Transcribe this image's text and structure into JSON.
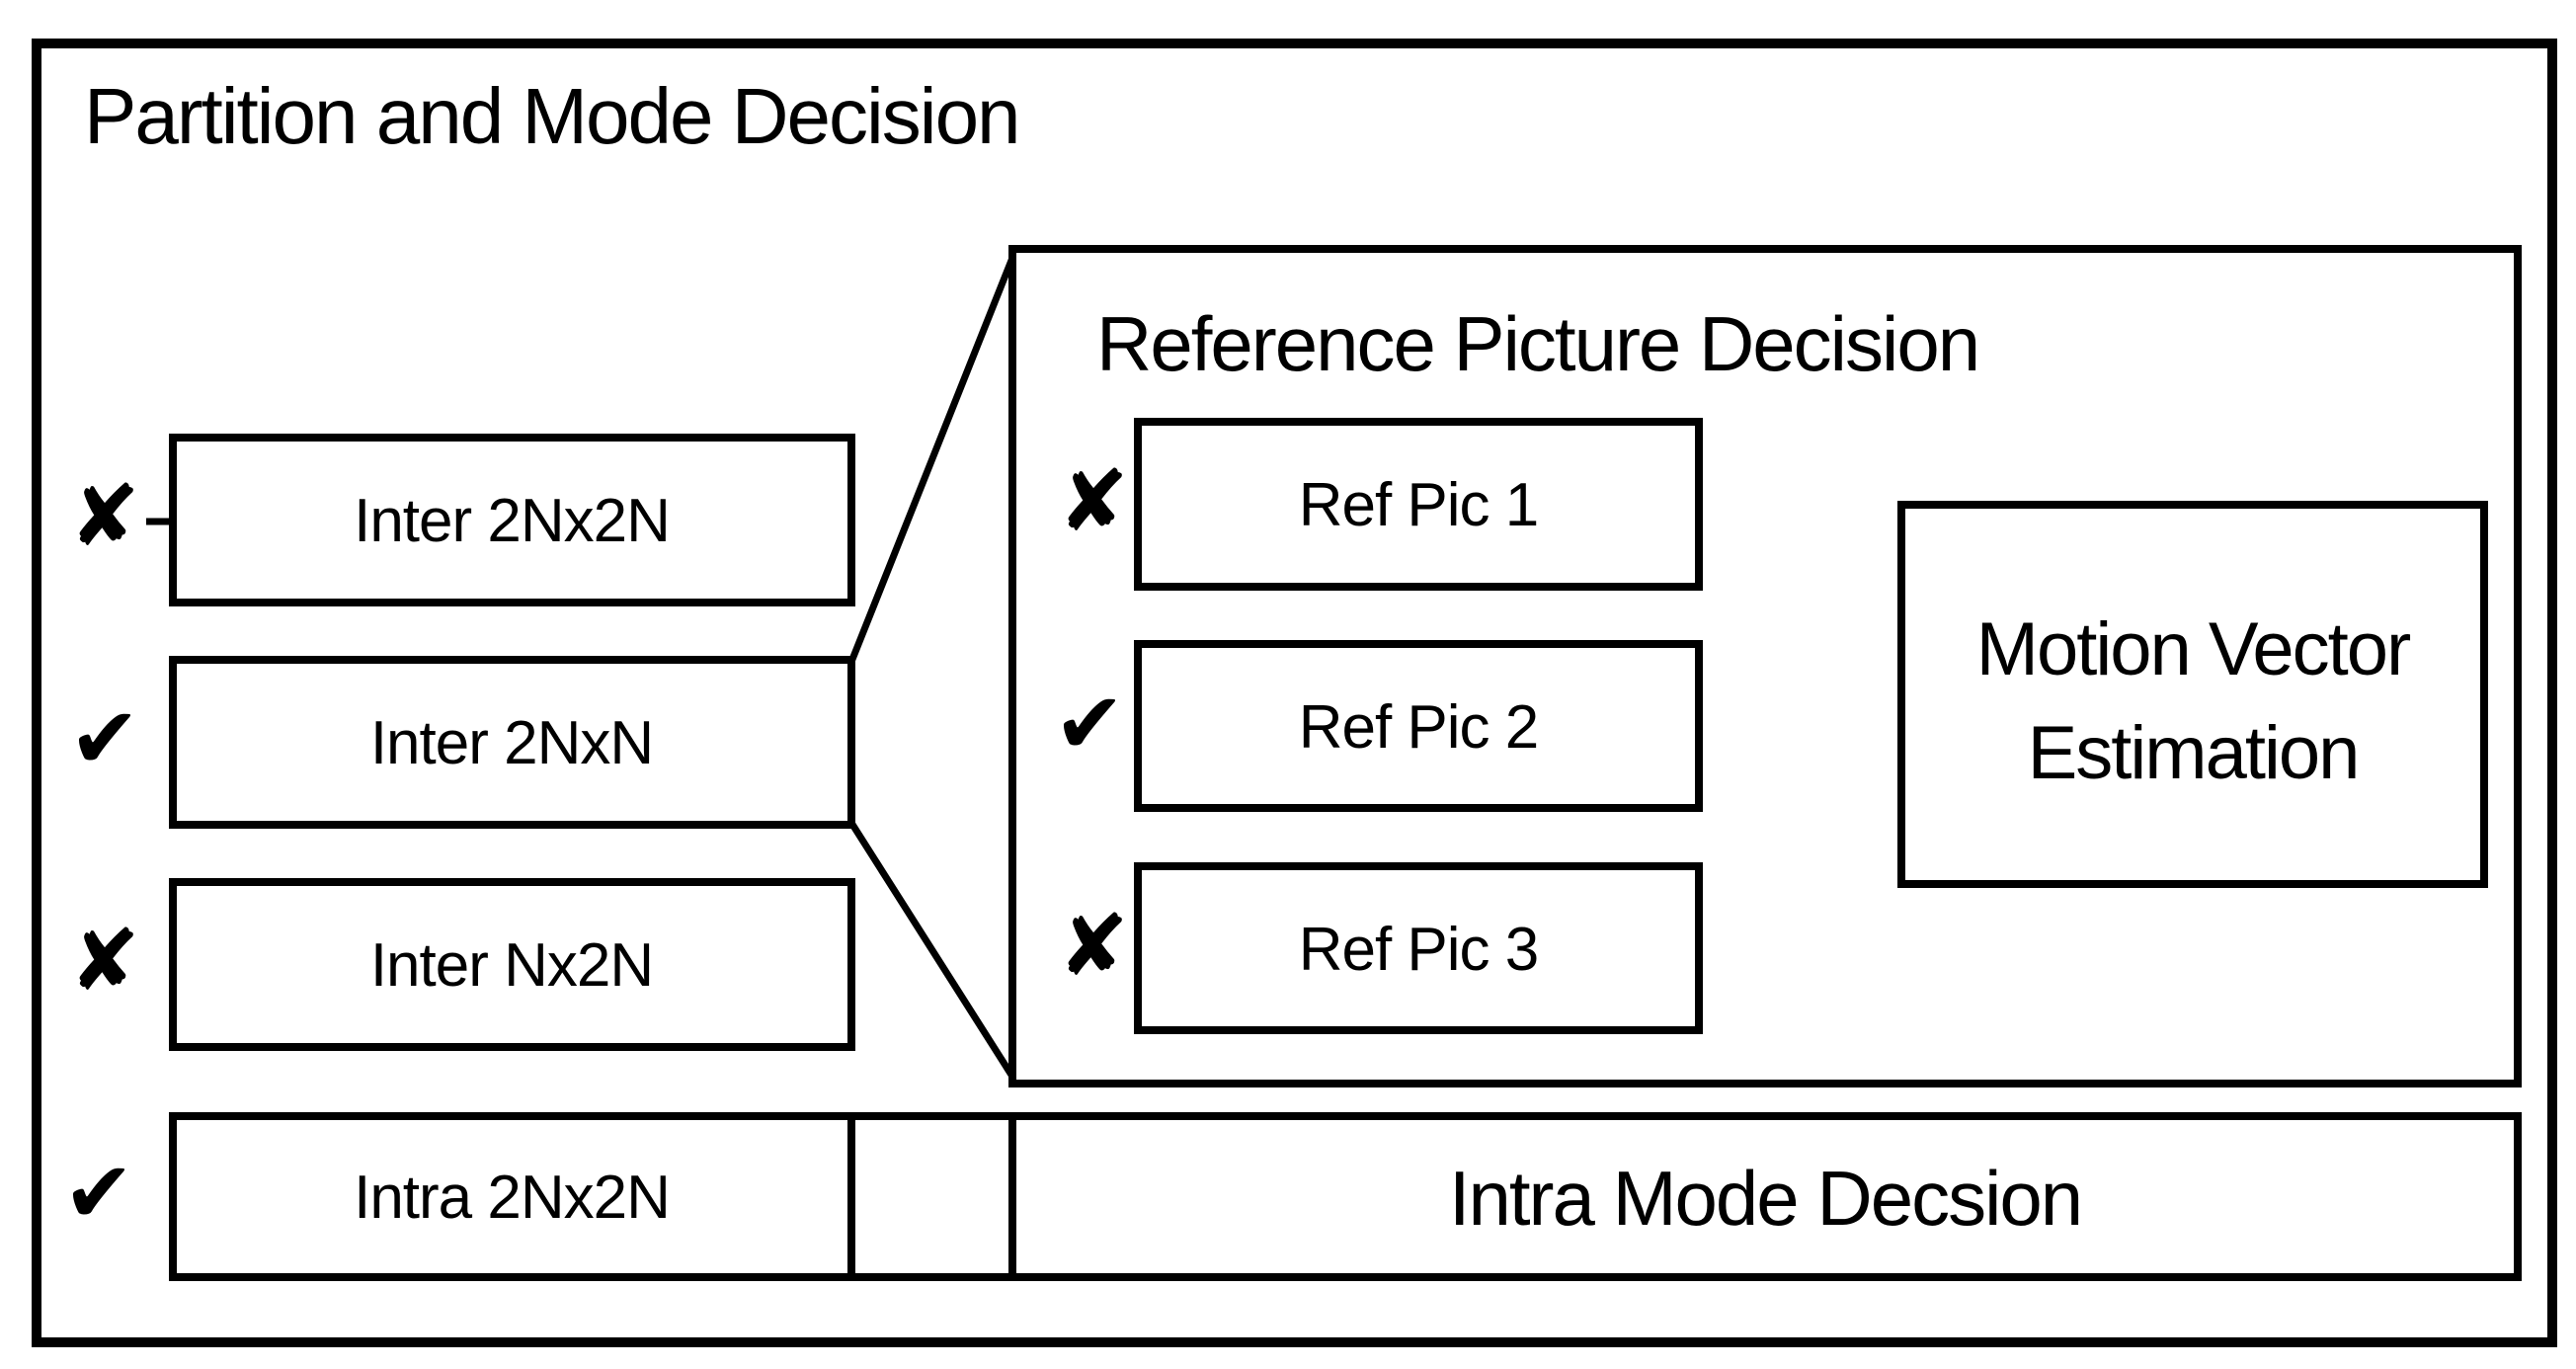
{
  "diagram": {
    "background": "#ffffff",
    "ink": "#000000",
    "title": "Partition and Mode Decision",
    "partition_modes": [
      {
        "label": "Inter 2Nx2N",
        "mark": "✘"
      },
      {
        "label": "Inter 2NxN",
        "mark": "✔"
      },
      {
        "label": "Inter Nx2N",
        "mark": "✘"
      },
      {
        "label": "Intra 2Nx2N",
        "mark": "✔"
      }
    ],
    "reference_picture_decision": {
      "title": "Reference Picture Decision",
      "ref_pics": [
        {
          "label": "Ref Pic 1",
          "mark": "✘"
        },
        {
          "label": "Ref Pic 2",
          "mark": "✔"
        },
        {
          "label": "Ref Pic 3",
          "mark": "✘"
        }
      ],
      "motion_vector_estimation": {
        "line1": "Motion Vector",
        "line2": "Estimation"
      }
    },
    "intra_mode_decision": {
      "label": "Intra Mode Decsion"
    }
  }
}
